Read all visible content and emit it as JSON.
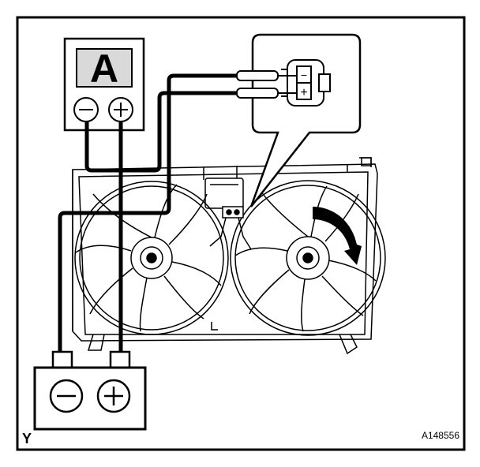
{
  "meter": {
    "letter": "A"
  },
  "connector": {
    "pin_top": "−",
    "pin_bottom": "+"
  },
  "corner_label": "Y",
  "figure_id": "A148556",
  "icons": [
    "ammeter-icon",
    "battery-icon",
    "connector-icon",
    "rotation-arrow-icon"
  ],
  "colors": {
    "ink": "#000000",
    "paper": "#ffffff",
    "meter_face": "#d9d9d9"
  }
}
